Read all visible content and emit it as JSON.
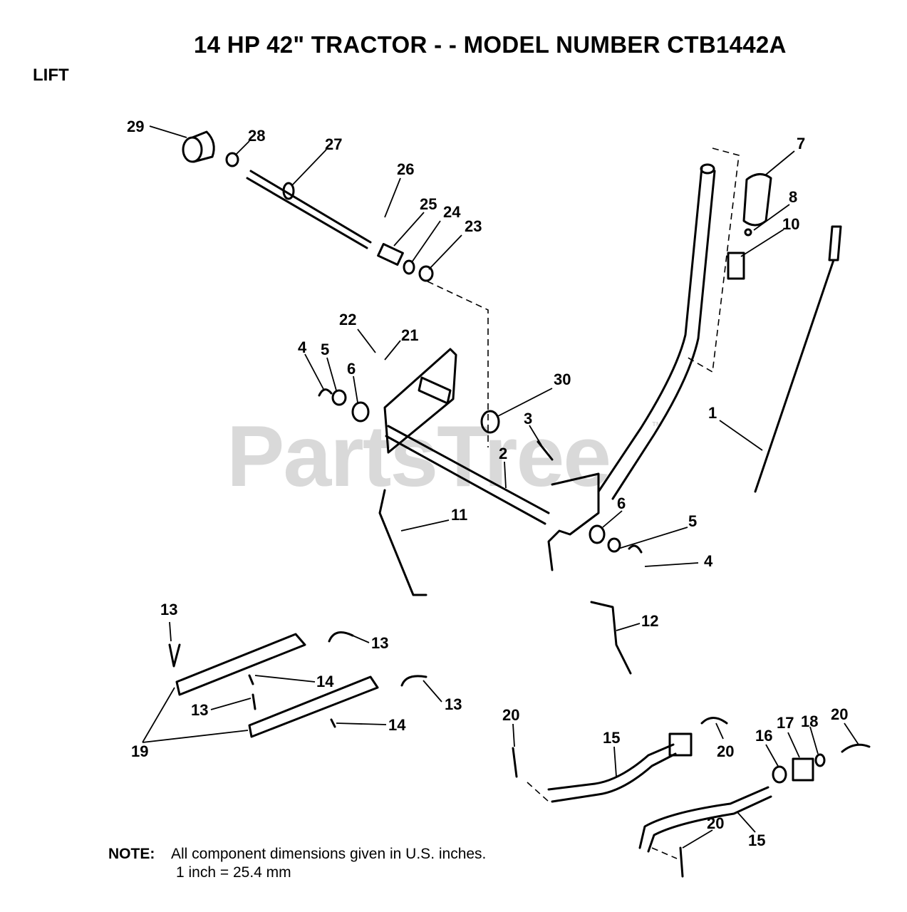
{
  "title": "14 HP 42\" TRACTOR - - MODEL NUMBER CTB1442A",
  "section": "LIFT",
  "watermark": "PartsTree",
  "watermark_tm": "™",
  "callouts": [
    "29",
    "28",
    "27",
    "26",
    "25",
    "24",
    "23",
    "22",
    "21",
    "4",
    "5",
    "6",
    "30",
    "3",
    "2",
    "7",
    "8",
    "10",
    "1",
    "11",
    "6",
    "5",
    "4",
    "12",
    "13",
    "13",
    "14",
    "13",
    "13",
    "14",
    "19",
    "20",
    "15",
    "20",
    "16",
    "17",
    "18",
    "20",
    "15",
    "20"
  ],
  "note": {
    "label": "NOTE:",
    "line1": "All component dimensions given in U.S. inches.",
    "line2": "1 inch = 25.4 mm"
  }
}
